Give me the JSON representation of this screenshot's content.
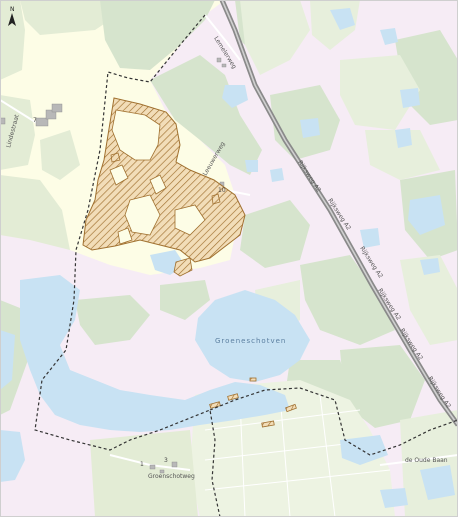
{
  "north_arrow": {
    "label": "N"
  },
  "labels": {
    "lemelerweg": "Lemelerweg",
    "rijksweg_a2_1": "Rijksweg A2",
    "rijksweg_a2_2": "Rijksweg A2",
    "rijksweg_a2_3": "Rijksweg A2",
    "rijksweg_a2_4": "Rijksweg A2",
    "rijksweg_a2_5": "Rijksweg A2",
    "rijksweg_a2_6": "Rijksweg A2",
    "lake_name": "Groeneschotven",
    "west_road": "Lindestraat",
    "leeuwerweg": "Leeuwerweg",
    "house_10": "10",
    "bottom_road": "Groenschotweg",
    "house_nr_1": "1",
    "house_nr_7": "7",
    "house_nr_3": "3",
    "east_road": "de Oude Baan"
  },
  "colors": {
    "background": "#f6ecf5",
    "forest": "#d6e4cd",
    "grass": "#e7efdc",
    "farmland": "#fdfde6",
    "water": "#c8e2f3",
    "highway": "#9a9a9a",
    "boundary": "#333333",
    "hatch_fill": "#f2ddb8",
    "hatch_line": "#a0702f",
    "building": "#b8b8b8"
  }
}
